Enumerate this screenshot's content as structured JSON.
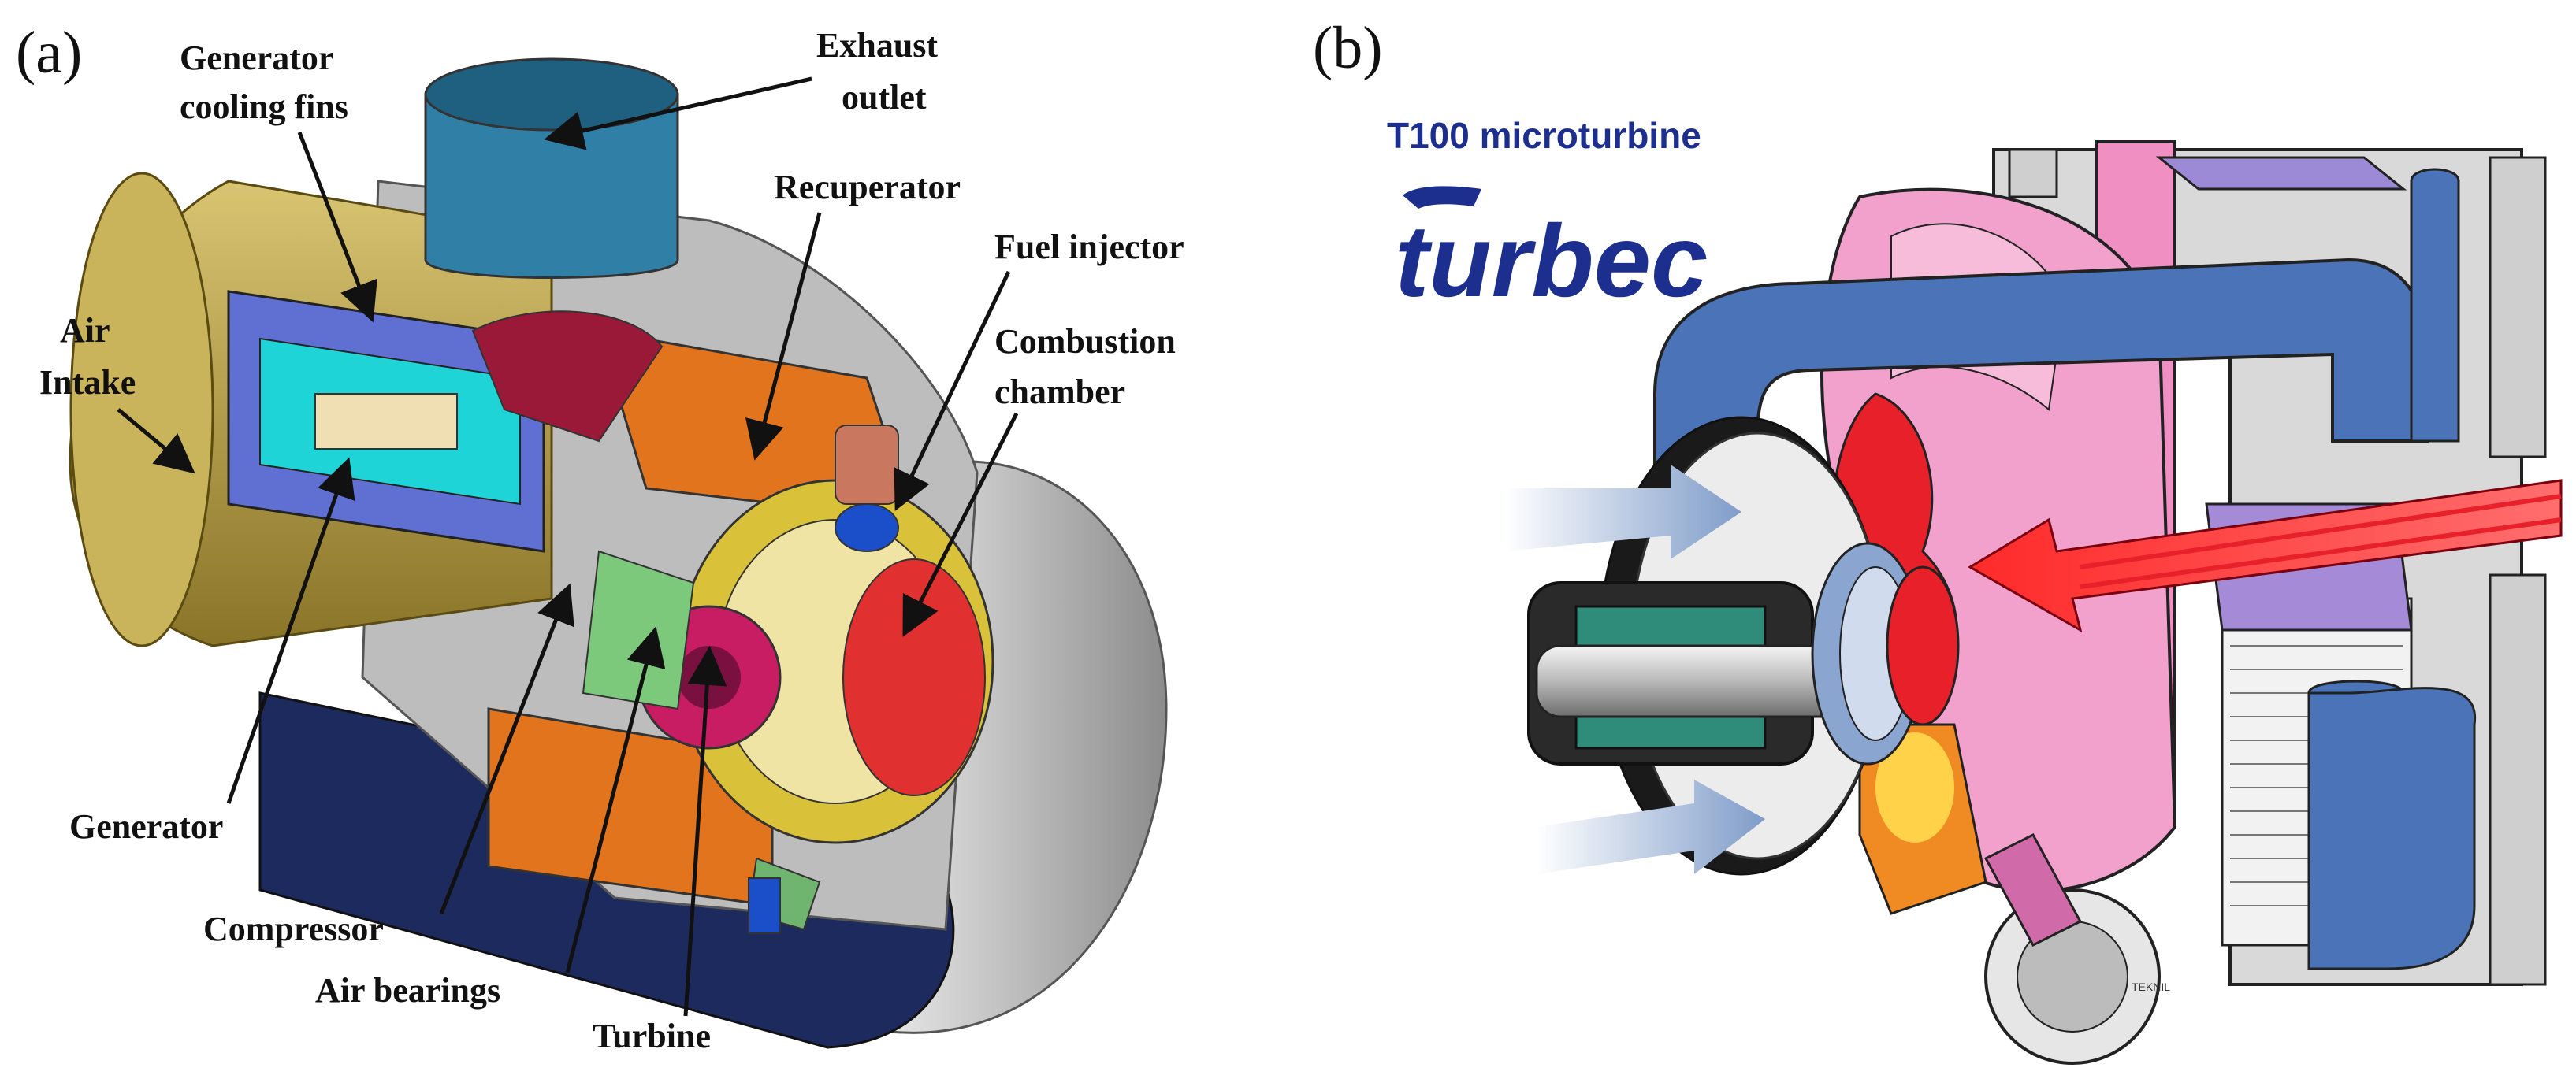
{
  "panel_a": {
    "letter": "(a)",
    "labels": {
      "generator_cooling_fins": [
        "Generator",
        "cooling fins"
      ],
      "exhaust_outlet": [
        "Exhaust",
        "outlet"
      ],
      "recuperator": "Recuperator",
      "fuel_injector": "Fuel injector",
      "combustion_chamber": [
        "Combustion",
        "chamber"
      ],
      "air_intake": [
        "Air",
        "Intake"
      ],
      "generator": "Generator",
      "compressor": "Compressor",
      "air_bearings": "Air bearings",
      "turbine": "Turbine"
    }
  },
  "panel_b": {
    "letter": "(b)",
    "product_title": "T100 microturbine",
    "brand_logo": "turbec",
    "artist_mark": "TEKNIL"
  },
  "colors": {
    "label_text": "#111111",
    "brand_blue": "#1c2f8f",
    "air_blue": "#3f6fb0",
    "hot_red": "#e8202a",
    "flow_pink": "#ef8fc2",
    "casing_gray": "#c8c8c8",
    "housing_orange": "#e2741e",
    "casing_navy": "#1d2a5e"
  }
}
